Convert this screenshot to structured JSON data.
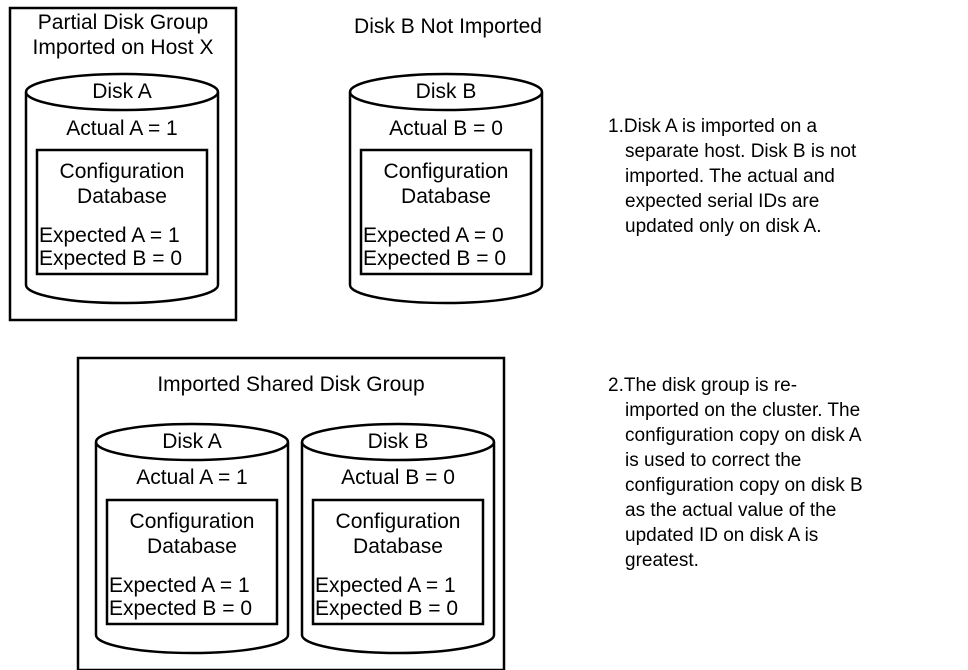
{
  "top": {
    "box_title_line1": "Partial Disk Group",
    "box_title_line2": "Imported on Host X",
    "unimported_title": "Disk B Not Imported",
    "disk_a": {
      "name": "Disk A",
      "actual": "Actual A = 1",
      "config_line1": "Configuration",
      "config_line2": "Database",
      "expected_a": "Expected A = 1",
      "expected_b": "Expected B = 0"
    },
    "disk_b": {
      "name": "Disk B",
      "actual": "Actual B = 0",
      "config_line1": "Configuration",
      "config_line2": "Database",
      "expected_a": "Expected A = 0",
      "expected_b": "Expected B = 0"
    }
  },
  "bottom": {
    "box_title": "Imported Shared Disk Group",
    "disk_a": {
      "name": "Disk A",
      "actual": "Actual A = 1",
      "config_line1": "Configuration",
      "config_line2": "Database",
      "expected_a": "Expected A = 1",
      "expected_b": "Expected B = 0"
    },
    "disk_b": {
      "name": "Disk B",
      "actual": "Actual B = 0",
      "config_line1": "Configuration",
      "config_line2": "Database",
      "expected_a": "Expected A = 1",
      "expected_b": "Expected B = 0"
    }
  },
  "notes": [
    {
      "number": "1.",
      "lines": [
        "Disk A is imported on a",
        "separate host. Disk B is not",
        "imported. The actual and",
        "expected serial IDs are",
        "updated only on disk A."
      ]
    },
    {
      "number": "2.",
      "lines": [
        "The disk group is re-",
        "imported on the cluster. The",
        "configuration copy on disk A",
        "is used to correct the",
        "configuration copy on disk B",
        "as the actual value of the",
        "updated ID on disk A is",
        "greatest."
      ]
    }
  ]
}
